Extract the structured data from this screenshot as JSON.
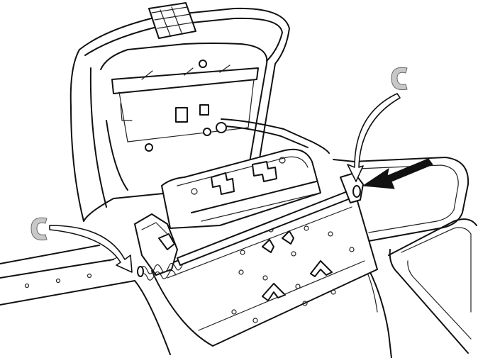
{
  "figure": {
    "type": "technical line illustration",
    "palette": {
      "line": "#111111",
      "background": "#ffffff",
      "clip_fill": "#c8c8c8"
    },
    "parts": [
      "console-lid",
      "lid-strap",
      "hinge-rod",
      "spring",
      "storage-tray",
      "retaining-clip-left",
      "retaining-clip-right"
    ],
    "icons": [
      "c-clip-icon",
      "curved-arrow-icon",
      "solid-arrow-icon"
    ]
  }
}
